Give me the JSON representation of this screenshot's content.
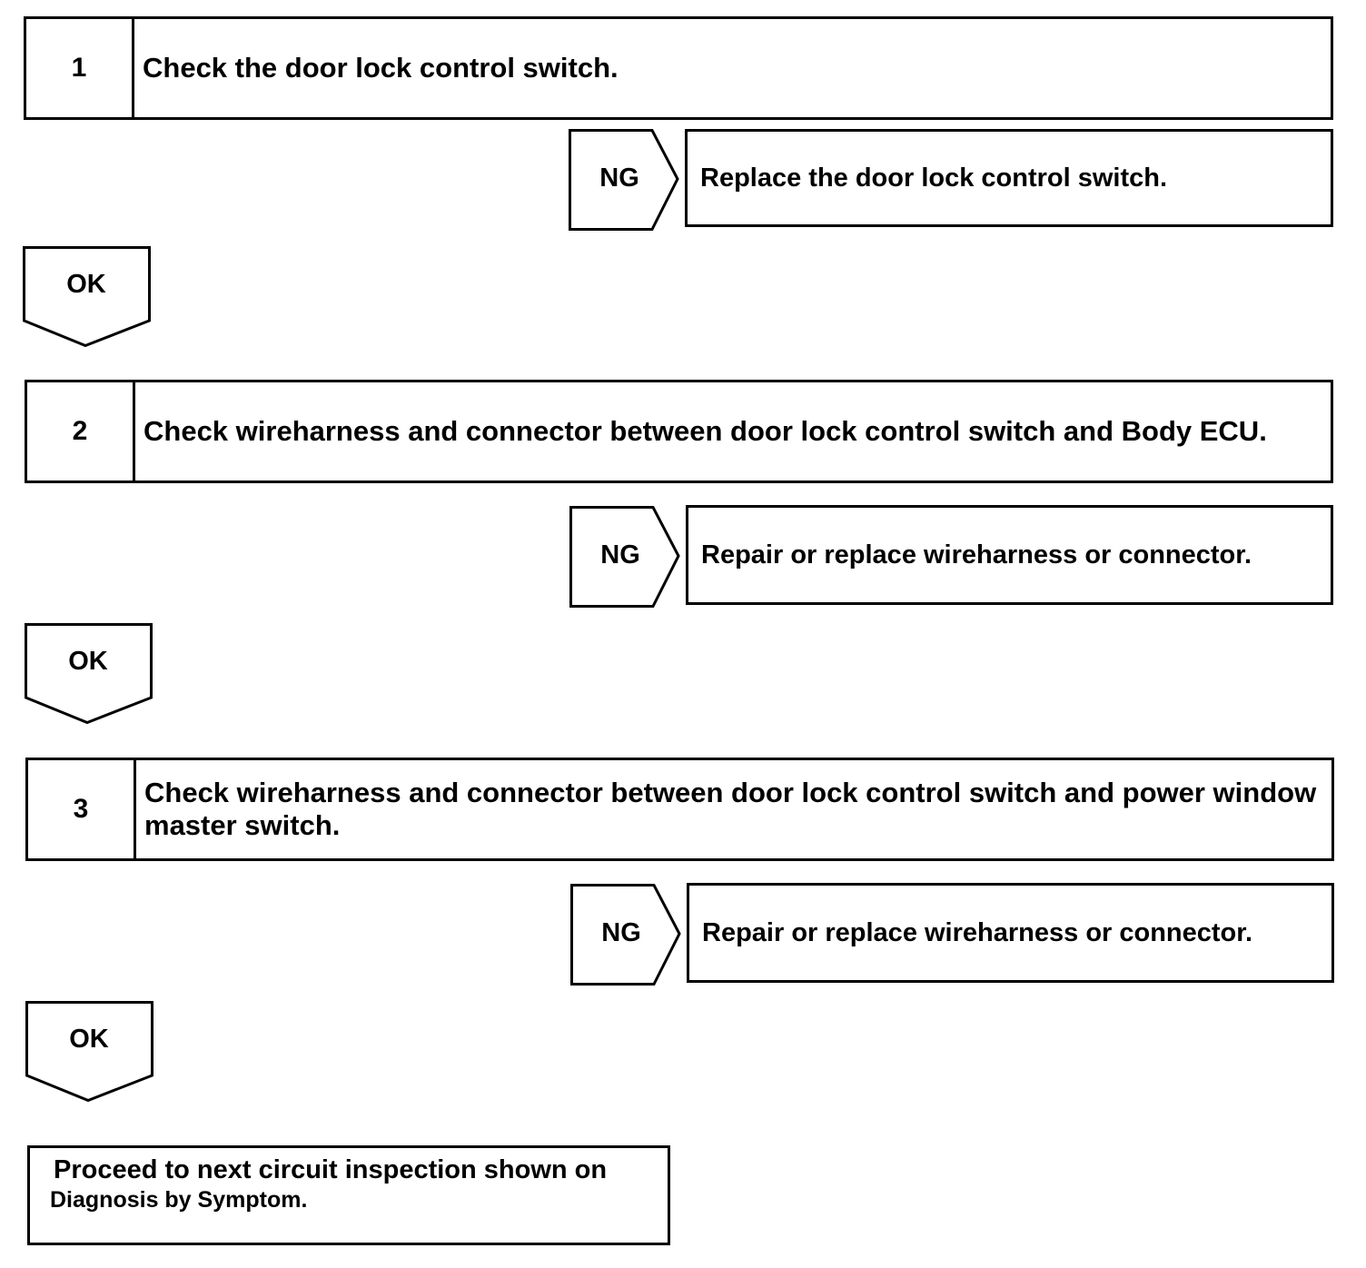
{
  "steps": [
    {
      "number": "1",
      "text": "Check the door lock control switch.",
      "ng_label": "NG",
      "ng_action": "Replace the door lock control switch.",
      "ok_label": "OK"
    },
    {
      "number": "2",
      "text": "Check wireharness and connector between door lock control switch and Body ECU.",
      "ng_label": "NG",
      "ng_action": "Repair or replace wireharness or connector.",
      "ok_label": "OK"
    },
    {
      "number": "3",
      "text": "Check wireharness and connector between door lock control switch and power window master switch.",
      "ng_label": "NG",
      "ng_action": "Repair or replace wireharness or connector.",
      "ok_label": "OK"
    }
  ],
  "final": {
    "line1": "Proceed to next circuit inspection shown on",
    "line2": "Diagnosis by Symptom."
  }
}
